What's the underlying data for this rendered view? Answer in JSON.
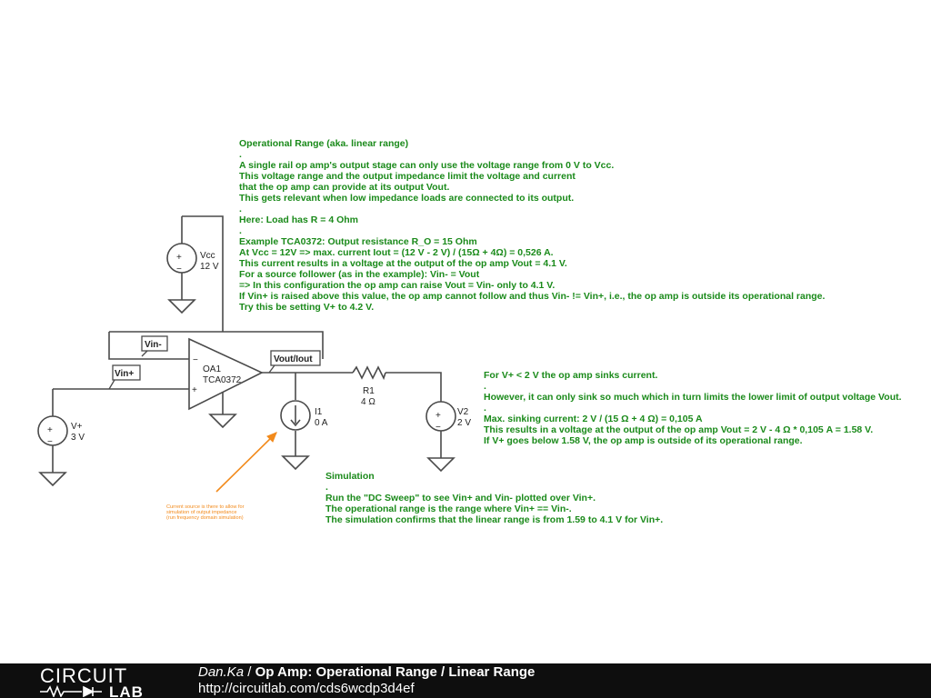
{
  "notes": {
    "op_range": {
      "title": "Operational Range (aka. linear range)",
      "body": ".\nA single rail op amp's output stage can only use the voltage range from 0 V to Vcc.\nThis voltage range and the output impedance limit the voltage and current\nthat the op amp can provide at its output Vout.\nThis gets relevant when low impedance loads are connected to its output.\n.\nHere: Load has R = 4 Ohm\n.\nExample TCA0372: Output resistance R_O = 15 Ohm\nAt Vcc = 12V => max. current Iout = (12 V - 2 V) / (15Ω + 4Ω) = 0,526 A.\nThis current results in a voltage at the output of the op amp Vout = 4.1 V.\nFor a source follower (as in the example): Vin- = Vout\n=> In this configuration the op amp can raise Vout = Vin- only to 4.1 V.\nIf Vin+ is raised above this value, the op amp cannot follow and thus Vin- != Vin+, i.e., the op amp is outside its operational range.\nTry this be setting V+ to 4.2 V."
    },
    "sink": {
      "body": "For V+ < 2 V the op amp sinks current.\n.\nHowever, it can only sink so much which in turn limits the lower limit of output voltage Vout.\n.\nMax. sinking current: 2 V / (15 Ω + 4 Ω) = 0,105 A\nThis results in a voltage at the output of the op amp Vout = 2 V - 4 Ω * 0,105 A = 1.58 V.\nIf V+ goes below 1.58 V, the op amp is outside of its operational range."
    },
    "simulation": {
      "title": "Simulation",
      "body": ".\nRun the \"DC Sweep\" to see Vin+ and Vin- plotted over Vin+.\nThe operational range is the range where Vin+ == Vin-.\nThe simulation confirms that the linear range is from 1.59 to 4.1 V for Vin+."
    },
    "current_source": "Current source is there to allow for\nsimulation of output impedance\n(run frequency domain simulation)"
  },
  "components": {
    "vcc": {
      "name": "Vcc",
      "value": "12 V"
    },
    "vplus": {
      "name": "V+",
      "value": "3 V"
    },
    "v2": {
      "name": "V2",
      "value": "2 V"
    },
    "r1": {
      "name": "R1",
      "value": "4 Ω"
    },
    "i1": {
      "name": "I1",
      "value": "0 A"
    },
    "opamp": {
      "name": "OA1",
      "part": "TCA0372"
    }
  },
  "net_labels": {
    "vin_minus": "Vin-",
    "vin_plus": "Vin+",
    "vout": "Vout/Iout"
  },
  "footer": {
    "logo_top": "CIRCUIT",
    "logo_bottom": "LAB",
    "author": "Dan.Ka",
    "separator": " / ",
    "title": "Op Amp: Operational Range / Linear Range",
    "url": "http://circuitlab.com/cds6wcdp3d4ef"
  },
  "colors": {
    "note_text": "#1a8a1a",
    "annotation": "#f28a1b",
    "wire": "#4a4a4a",
    "footer_bg": "#0e0e0e"
  }
}
